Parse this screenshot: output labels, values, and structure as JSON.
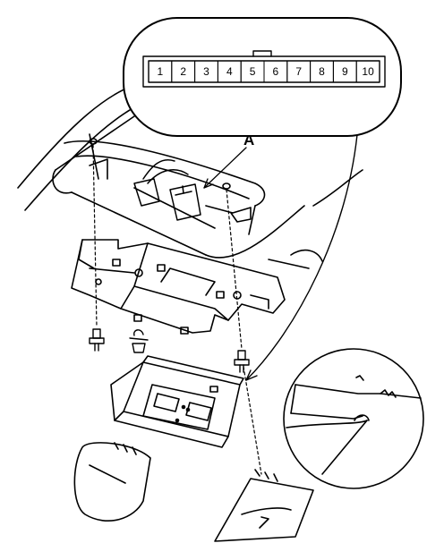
{
  "diagram": {
    "connector_pins": [
      "1",
      "2",
      "3",
      "4",
      "5",
      "6",
      "7",
      "8",
      "9",
      "10"
    ],
    "callout_label": "A"
  }
}
